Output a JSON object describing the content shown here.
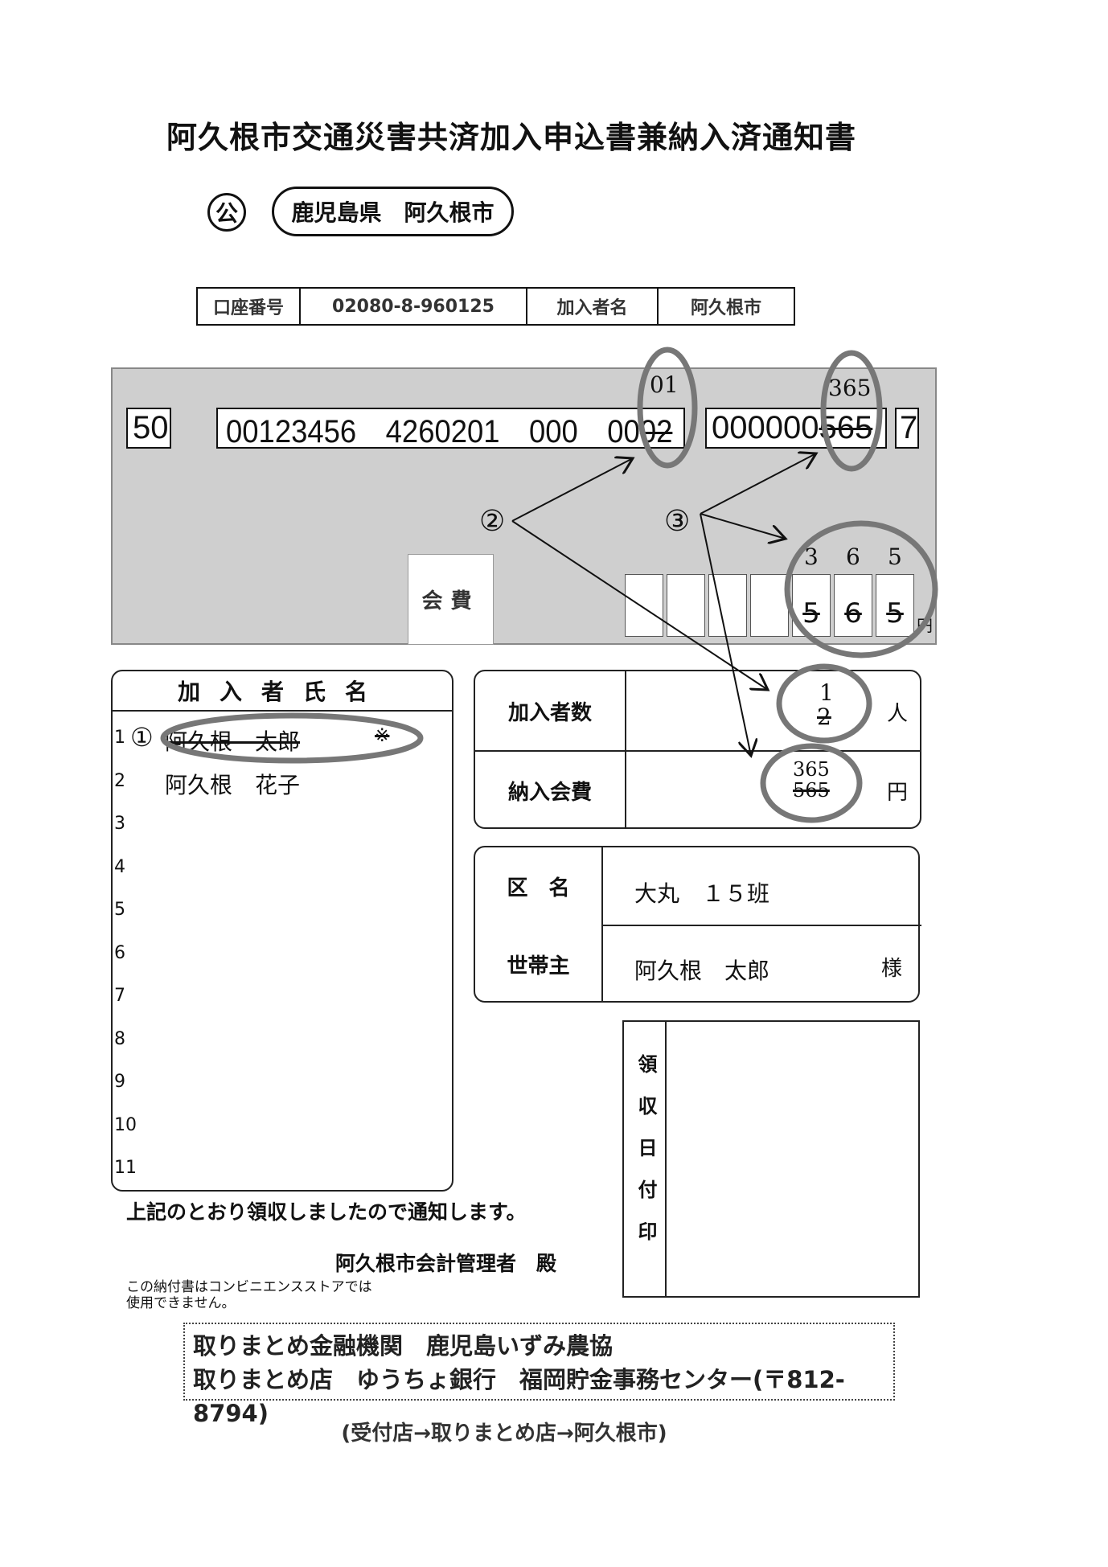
{
  "title": "阿久根市交通災害共済加入申込書兼納入済通知書",
  "public_mark": "公",
  "issuer": "鹿児島県　阿久根市",
  "account": {
    "number_label": "口座番号",
    "number": "02080-8-960125",
    "holder_label": "加入者名",
    "holder": "阿久根市"
  },
  "ocr_line": {
    "prefix": "50",
    "code": "00123456　4260201　000　00",
    "count_printed": "02",
    "count_handwritten": "01",
    "amount_prefix": "000000",
    "amount_printed": "565",
    "amount_handwritten": "365",
    "check_digit": "7"
  },
  "fee": {
    "label": "会費",
    "digits_printed": [
      "5",
      "6",
      "5"
    ],
    "digits_handwritten": [
      "3",
      "6",
      "5"
    ],
    "unit": "円"
  },
  "annotations": [
    "①",
    "②",
    "③"
  ],
  "members": {
    "header": "加入者氏名",
    "rows": [
      {
        "no": "1",
        "name": "阿久根　太郎",
        "mark": "※",
        "struck": true
      },
      {
        "no": "2",
        "name": "阿久根　花子"
      },
      {
        "no": "3",
        "name": ""
      },
      {
        "no": "4",
        "name": ""
      },
      {
        "no": "5",
        "name": ""
      },
      {
        "no": "6",
        "name": ""
      },
      {
        "no": "7",
        "name": ""
      },
      {
        "no": "8",
        "name": ""
      },
      {
        "no": "9",
        "name": ""
      },
      {
        "no": "10",
        "name": ""
      },
      {
        "no": "11",
        "name": ""
      }
    ]
  },
  "summary": {
    "count_label": "加入者数",
    "count_printed": "2",
    "count_handwritten": "1",
    "count_unit": "人",
    "fee_label": "納入会費",
    "fee_printed": "565",
    "fee_handwritten": "365",
    "fee_unit": "円"
  },
  "household": {
    "district_label": "区　名",
    "district": "大丸　１５班",
    "head_label": "世帯主",
    "head": "阿久根　太郎",
    "honorific": "様"
  },
  "receipt_stamp_label": "領収日付印",
  "notice": "上記のとおり領収しましたので通知します。",
  "addressee": "阿久根市会計管理者　殿",
  "convenience_note_1": "この納付書はコンビニエンスストアでは",
  "convenience_note_2": "使用できません。",
  "collection": {
    "line1": "取りまとめ金融機関　鹿児島いずみ農協",
    "line2": "取りまとめ店　ゆうちょ銀行　福岡貯金事務センター(〒812-8794)"
  },
  "flow": "(受付店→取りまとめ店→阿久根市)",
  "annotation_color": "#777777"
}
